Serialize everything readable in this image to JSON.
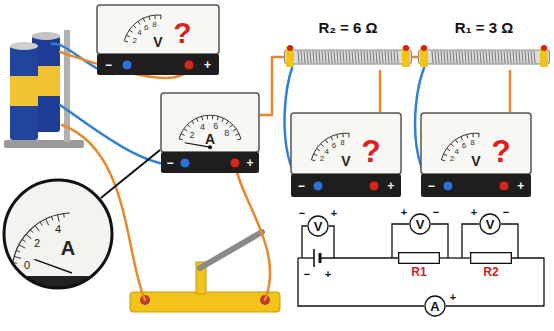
{
  "diagram": {
    "nodes": [
      {
        "text": [
          "V",
          "?",
          "−",
          "+",
          "2",
          "4",
          "6",
          "8"
        ]
      },
      {
        "text": [
          "A",
          "2",
          "4",
          "6",
          "8",
          "−",
          "+"
        ]
      },
      {
        "text": [
          "A",
          "0",
          "2",
          "4"
        ]
      },
      {
        "text": [
          "R₂ = 6 Ω"
        ]
      },
      {
        "text": [
          "R₁ = 3 Ω"
        ]
      },
      {
        "text": [
          "V",
          "?",
          "−",
          "+",
          "2",
          "4",
          "6",
          "8"
        ]
      },
      {
        "text": [
          "V",
          "?",
          "−",
          "+",
          "2",
          "4",
          "6",
          "8"
        ]
      },
      {
        "text": [
          "V"
        ]
      },
      {
        "text": [
          "V"
        ]
      },
      {
        "text": [
          "V"
        ]
      },
      {
        "text": [
          "R1"
        ]
      },
      {
        "text": [
          "R2"
        ]
      },
      {
        "text": [
          "A"
        ]
      }
    ],
    "edges": [
      {
        "from": 3,
        "to": 4,
        "arrow": "none"
      },
      {
        "from": 1,
        "to": 3,
        "arrow": "none"
      },
      {
        "from": 5,
        "to": 3,
        "arrow": "none"
      },
      {
        "from": 6,
        "to": 4,
        "arrow": "none"
      },
      {
        "from": 2,
        "to": 1,
        "arrow": "none"
      },
      {
        "from": 10,
        "to": 11,
        "arrow": "none"
      },
      {
        "from": 11,
        "to": 12,
        "arrow": "none"
      }
    ],
    "labels": [
      "−",
      "+",
      "−",
      "+",
      "+",
      "−",
      "+",
      "−",
      "+"
    ]
  }
}
